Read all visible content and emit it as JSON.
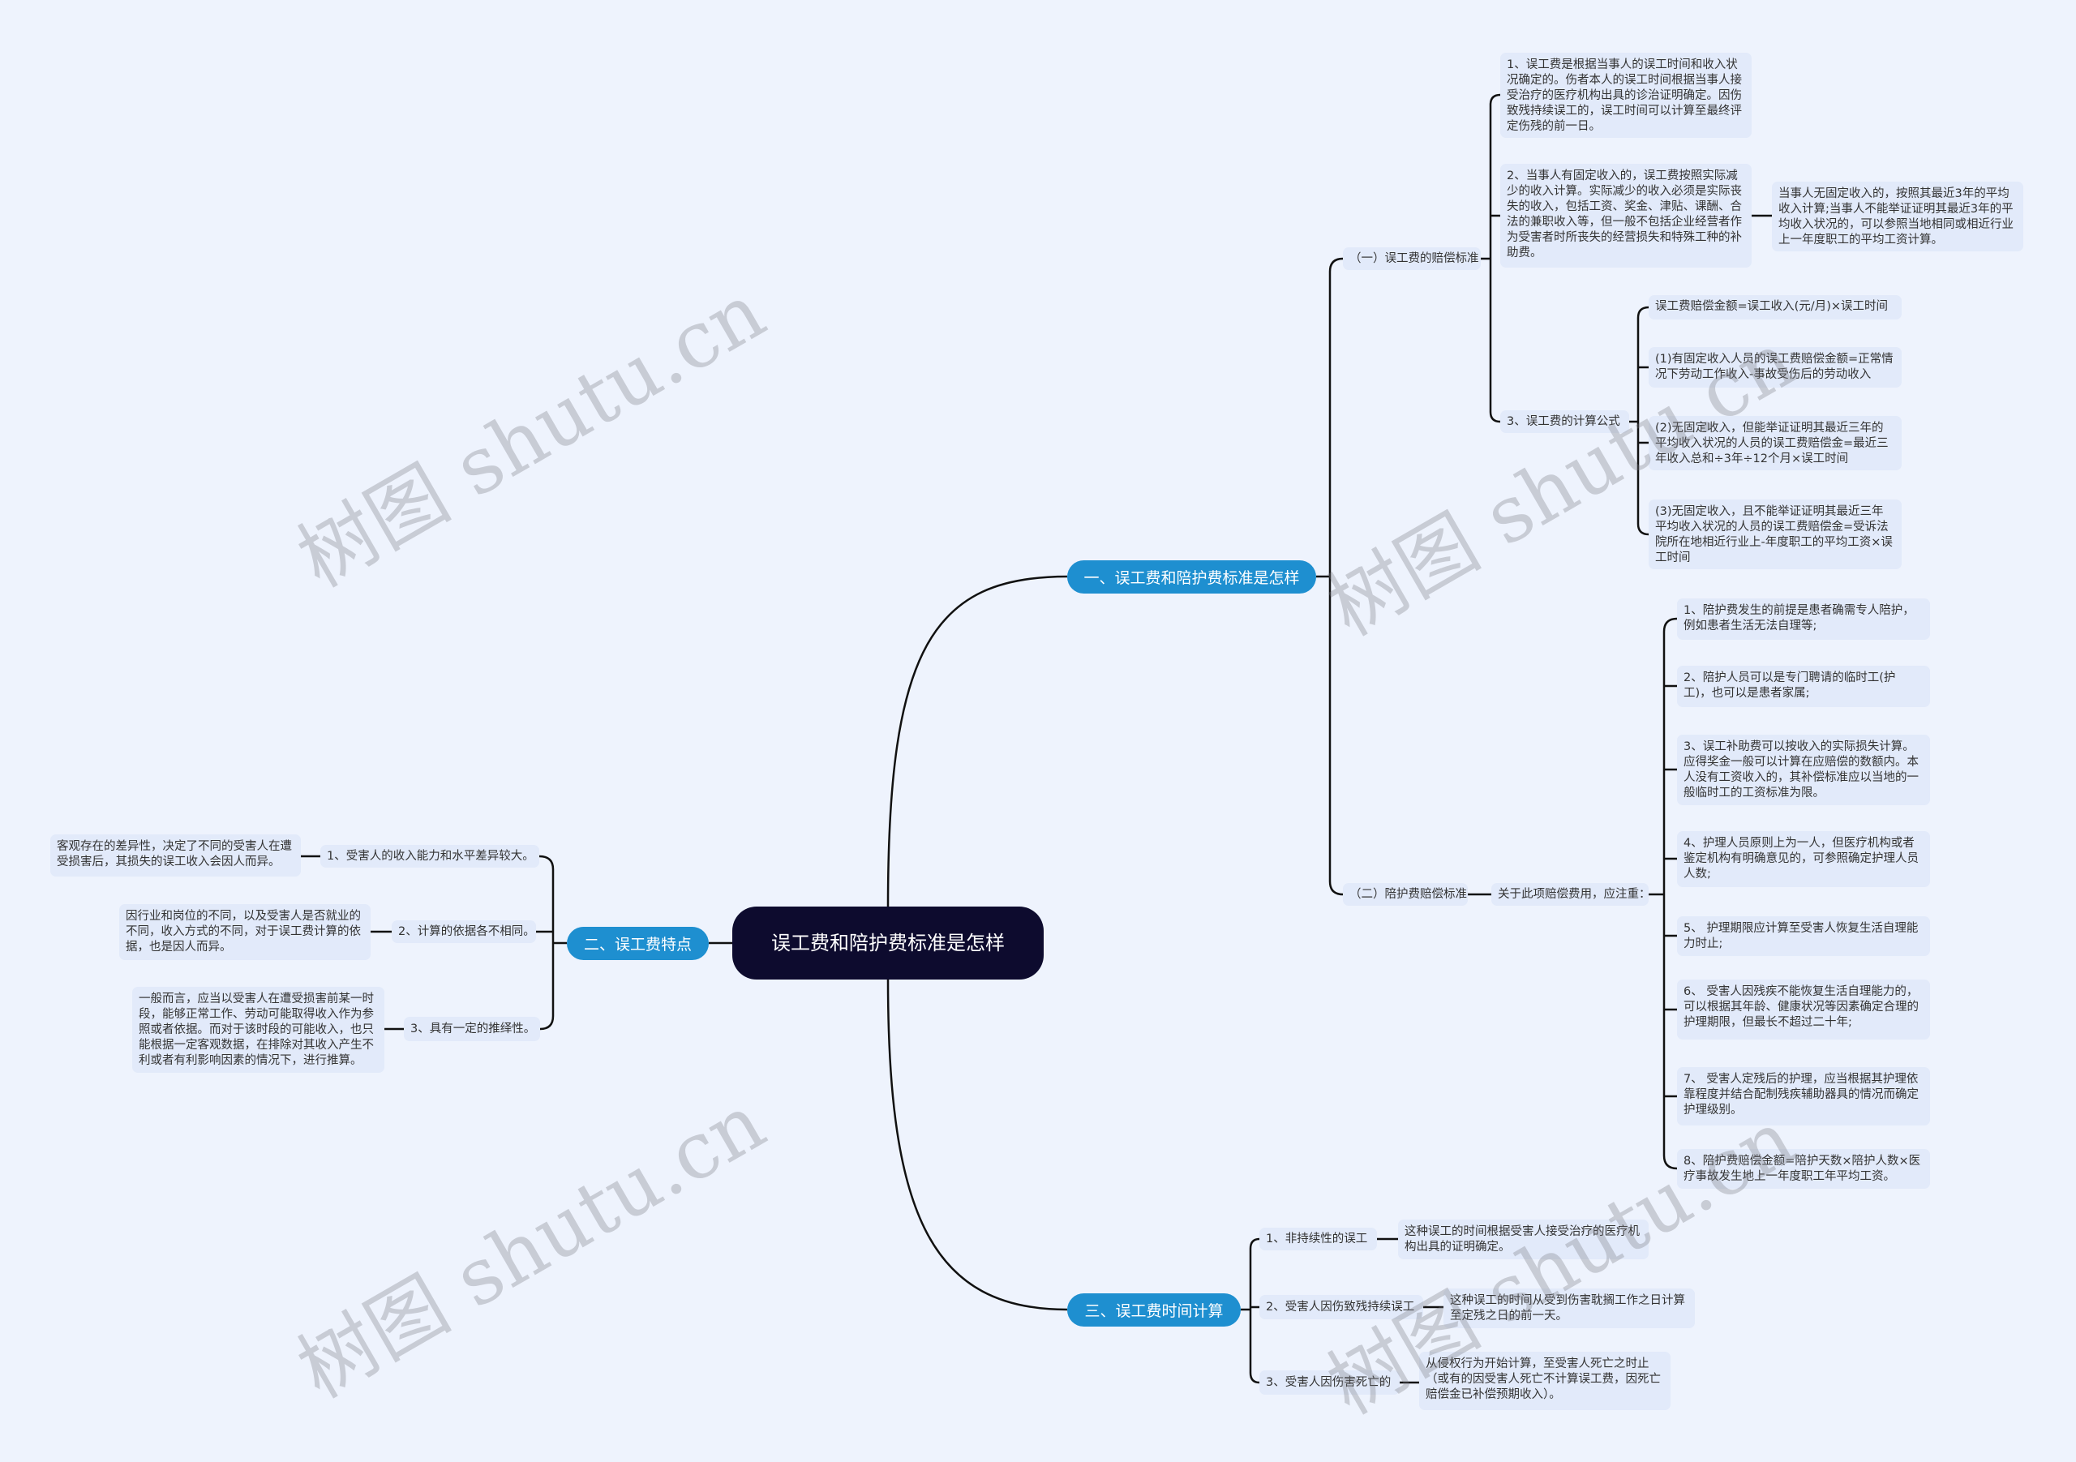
{
  "root": {
    "title": "误工费和陪护费标准是怎样"
  },
  "branch1": {
    "label": "一、误工费和陪护费标准是怎样",
    "sub1": {
      "label": "（一）误工费的赔偿标准",
      "items": [
        "1、误工费是根据当事人的误工时间和收入状况确定的。伤者本人的误工时间根据当事人接受治疗的医疗机构出具的诊治证明确定。因伤致残持续误工的，误工时间可以计算至最终评定伤残的前一日。",
        "2、当事人有固定收入的，误工费按照实际减少的收入计算。实际减少的收入必须是实际丧失的收入，包括工资、奖金、津贴、课酬、合法的兼职收入等，但一般不包括企业经营者作为受害者时所丧失的经营损失和特殊工种的补助费。"
      ],
      "item2_note": "当事人无固定收入的，按照其最近3年的平均收入计算;当事人不能举证证明其最近3年的平均收入状况的，可以参照当地相同或相近行业上一年度职工的平均工资计算。",
      "formula_label": "3、误工费的计算公式",
      "formulas": [
        "误工费赔偿金额=误工收入(元/月)×误工时间",
        "(1)有固定收入人员的误工费赔偿金额=正常情况下劳动工作收入-事故受伤后的劳动收入",
        "(2)无固定收入，但能举证证明其最近三年的平均收入状况的人员的误工费赔偿金=最近三年收入总和÷3年÷12个月×误工时间",
        "(3)无固定收入，且不能举证证明其最近三年平均收入状况的人员的误工费赔偿金=受诉法院所在地相近行业上-年度职工的平均工资×误工时间"
      ]
    },
    "sub2": {
      "label": "（二）陪护费赔偿标准",
      "intro": "关于此项赔偿费用，应注重：",
      "items": [
        "1、陪护费发生的前提是患者确需专人陪护，例如患者生活无法自理等;",
        "2、陪护人员可以是专门聘请的临时工(护工)，也可以是患者家属;",
        "3、误工补助费可以按收入的实际损失计算。应得奖金一般可以计算在应赔偿的数额内。本人没有工资收入的，其补偿标准应以当地的一般临时工的工资标准为限。",
        "4、护理人员原则上为一人，但医疗机构或者鉴定机构有明确意见的，可参照确定护理人员人数;",
        "5、 护理期限应计算至受害人恢复生活自理能力时止;",
        "6、 受害人因残疾不能恢复生活自理能力的，可以根据其年龄、健康状况等因素确定合理的护理期限，但最长不超过二十年;",
        "7、 受害人定残后的护理，应当根据其护理依靠程度并结合配制残疾辅助器具的情况而确定护理级别。",
        "8、陪护费赔偿金额=陪护天数×陪护人数×医疗事故发生地上一年度职工年平均工资。"
      ]
    }
  },
  "branch2": {
    "label": "二、误工费特点",
    "items": [
      {
        "label": "1、受害人的收入能力和水平差异较大。",
        "detail": "客观存在的差异性，决定了不同的受害人在遭受损害后，其损失的误工收入会因人而异。"
      },
      {
        "label": "2、计算的依据各不相同。",
        "detail": "因行业和岗位的不同，以及受害人是否就业的不同，收入方式的不同，对于误工费计算的依据，也是因人而异。"
      },
      {
        "label": "3、具有一定的推绎性。",
        "detail": "一般而言，应当以受害人在遭受损害前某一时段，能够正常工作、劳动可能取得收入作为参照或者依据。而对于该时段的可能收入，也只能根据一定客观数据，在排除对其收入产生不利或者有利影响因素的情况下，进行推算。"
      }
    ]
  },
  "branch3": {
    "label": "三、误工费时间计算",
    "items": [
      {
        "label": "1、非持续性的误工",
        "detail": "这种误工的时间根据受害人接受治疗的医疗机构出具的证明确定。"
      },
      {
        "label": "2、受害人因伤致残持续误工",
        "detail": "这种误工的时间从受到伤害耽搁工作之日计算至定残之日的前一天。"
      },
      {
        "label": "3、受害人因伤害死亡的",
        "detail": "从侵权行为开始计算，至受害人死亡之时止（或有的因受害人死亡不计算误工费，因死亡赔偿金已补偿预期收入）。"
      }
    ]
  },
  "watermark": "树图 shutu.cn",
  "colors": {
    "background": "#eef3fd",
    "root": "#0d0b2e",
    "branch": "#1e8fd0",
    "node": "#e2eafa"
  }
}
